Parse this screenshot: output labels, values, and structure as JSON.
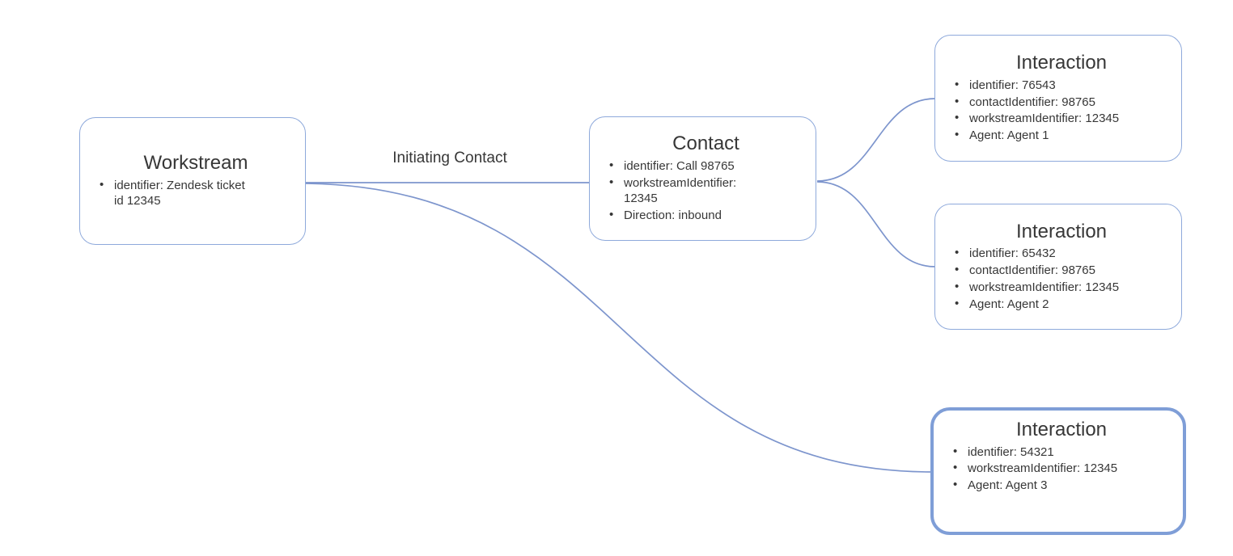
{
  "diagram": {
    "edge_label": "Initiating Contact",
    "colors": {
      "node_border": "#8ea9db",
      "highlight_border": "#7f9ed7",
      "connector": "#7d95cd",
      "text": "#373737",
      "background": "#ffffff"
    },
    "nodes": [
      {
        "id": "workstream",
        "title": "Workstream",
        "bullets": [
          "identifier: Zendesk ticket id 12345"
        ]
      },
      {
        "id": "contact",
        "title": "Contact",
        "bullets": [
          "identifier: Call 98765",
          "workstreamIdentifier: 12345",
          "Direction: inbound"
        ]
      },
      {
        "id": "interaction-1",
        "title": "Interaction",
        "bullets": [
          "identifier: 76543",
          "contactIdentifier: 98765",
          "workstreamIdentifier: 12345",
          "Agent: Agent 1"
        ]
      },
      {
        "id": "interaction-2",
        "title": "Interaction",
        "bullets": [
          "identifier: 65432",
          "contactIdentifier: 98765",
          "workstreamIdentifier: 12345",
          "Agent: Agent 2"
        ]
      },
      {
        "id": "interaction-3",
        "title": "Interaction",
        "bullets": [
          "identifier: 54321",
          "workstreamIdentifier: 12345",
          "Agent: Agent 3"
        ]
      }
    ]
  }
}
